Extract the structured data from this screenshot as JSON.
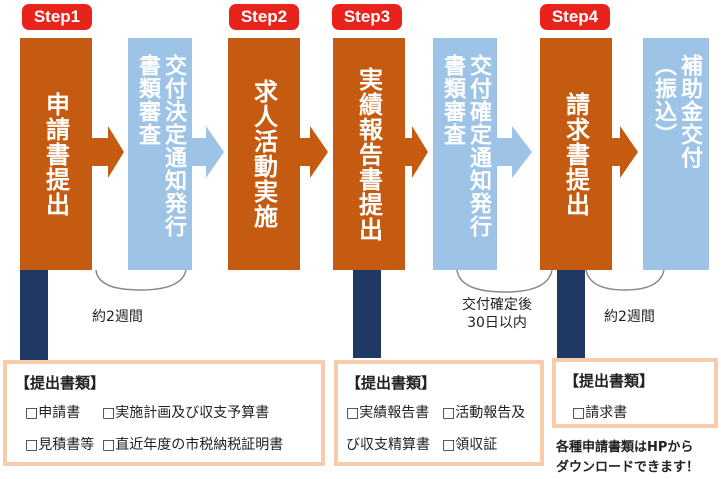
{
  "steps": [
    {
      "badge": "Step1",
      "process": "申請書提出"
    },
    {
      "badge": "Step2",
      "process": "求人活動実施"
    },
    {
      "badge": "Step3",
      "process": "実績報告書提出"
    },
    {
      "badge": "Step4",
      "process": "請求書提出"
    }
  ],
  "reviews": {
    "review1_col1": "交付決定通知発行",
    "review1_col2": "書類審査",
    "review2_col1": "交付確定通知発行",
    "review2_col2": "書類審査",
    "final_col1": "補助金交付",
    "final_col2": "（振込）"
  },
  "durations": {
    "d1": "約2週間",
    "d2_line1": "交付確定後",
    "d2_line2": "30日以内",
    "d3": "約2週間"
  },
  "doc_boxes": [
    {
      "title": "【提出書類】",
      "items": [
        "□申請書",
        "□実施計画及び収支予算書",
        "□見積書等",
        "□直近年度の市税納税証明書"
      ]
    },
    {
      "title": "【提出書類】",
      "items": [
        "□実績報告書",
        "□活動報告及",
        "び収支精算書",
        "□領収証"
      ]
    },
    {
      "title": "【提出書類】",
      "items": [
        "□請求書"
      ]
    }
  ],
  "footer": {
    "line1": "各種申請書類はHPから",
    "line2": "ダウンロードできます！"
  },
  "colors": {
    "orange": "#c55a11",
    "light_blue": "#9dc3e6",
    "badge_red": "#e8231c",
    "navy": "#1f3864",
    "box_border": "#f8cbad"
  }
}
